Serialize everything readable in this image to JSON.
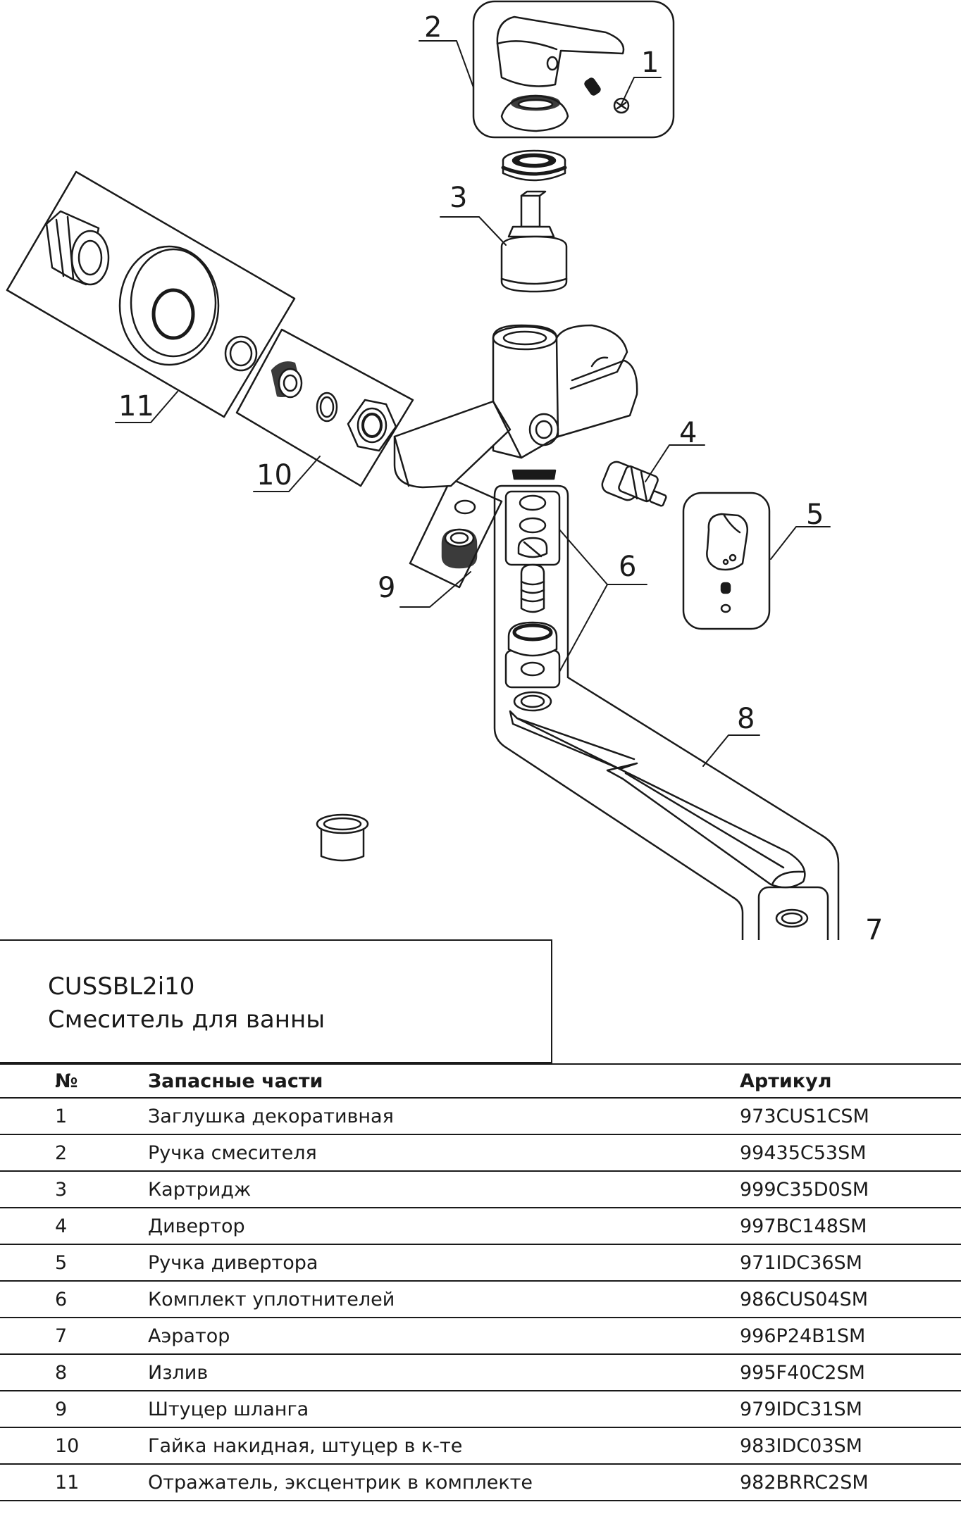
{
  "diagram": {
    "callouts": [
      "1",
      "2",
      "3",
      "4",
      "5",
      "6",
      "7",
      "8",
      "9",
      "10",
      "11"
    ]
  },
  "title": {
    "model": "CUSSBL2i10",
    "product": "Смеситель для ванны"
  },
  "table": {
    "headers": {
      "no": "№",
      "name": "Запасные части",
      "sku": "Артикул"
    },
    "rows": [
      {
        "no": "1",
        "name": "Заглушка декоративная",
        "sku": "973CUS1CSM"
      },
      {
        "no": "2",
        "name": "Ручка смесителя",
        "sku": "99435C53SM"
      },
      {
        "no": "3",
        "name": "Картридж",
        "sku": "999C35D0SM"
      },
      {
        "no": "4",
        "name": "Дивертор",
        "sku": "997BC148SM"
      },
      {
        "no": "5",
        "name": "Ручка дивертора",
        "sku": "971IDC36SM"
      },
      {
        "no": "6",
        "name": "Комплект уплотнителей",
        "sku": "986CUS04SM"
      },
      {
        "no": "7",
        "name": "Аэратор",
        "sku": "996P24B1SM"
      },
      {
        "no": "8",
        "name": "Излив",
        "sku": "995F40C2SM"
      },
      {
        "no": "9",
        "name": "Штуцер шланга",
        "sku": "979IDC31SM"
      },
      {
        "no": "10",
        "name": "Гайка накидная, штуцер в к-те",
        "sku": "983IDC03SM"
      },
      {
        "no": "11",
        "name": "Отражатель, эксцентрик в комплекте",
        "sku": "982BRRC2SM"
      }
    ]
  }
}
